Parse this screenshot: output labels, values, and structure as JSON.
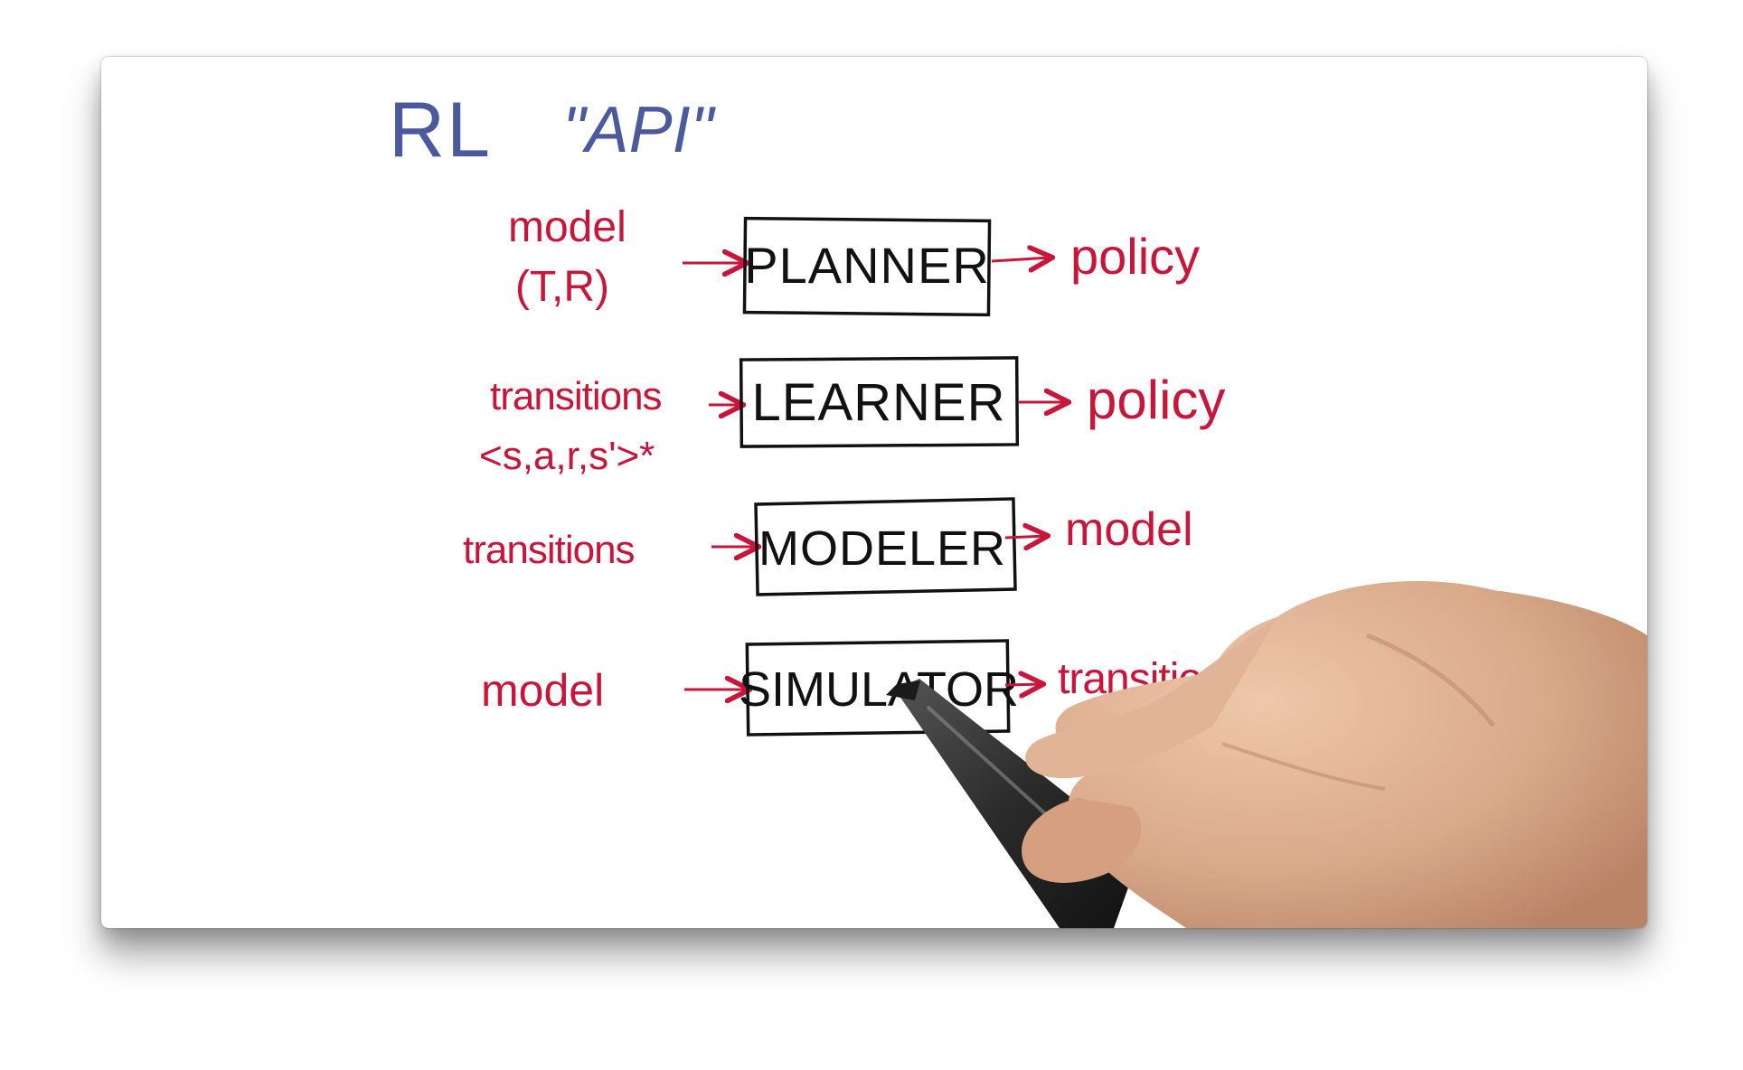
{
  "colors": {
    "title": "#4a5a9c",
    "ink_red": "#c8163a",
    "ink_black": "#111111",
    "skin": "#d9a98a",
    "pen": "#2a2a2a"
  },
  "title": {
    "left": "RL",
    "right": "\"API\""
  },
  "rows": [
    {
      "box_label": "PLANNER",
      "inputs": [
        "model",
        "(T,R)"
      ],
      "output": "policy"
    },
    {
      "box_label": "LEARNER",
      "inputs": [
        "transitions",
        "<s,a,r,s'>*"
      ],
      "output": "policy"
    },
    {
      "box_label": "MODELER",
      "inputs": [
        "transitions"
      ],
      "output": "model"
    },
    {
      "box_label": "SIMULATOR",
      "inputs": [
        "model"
      ],
      "output": "transitions"
    }
  ],
  "decorations": {
    "hand": "hand-holding-pen-image"
  }
}
